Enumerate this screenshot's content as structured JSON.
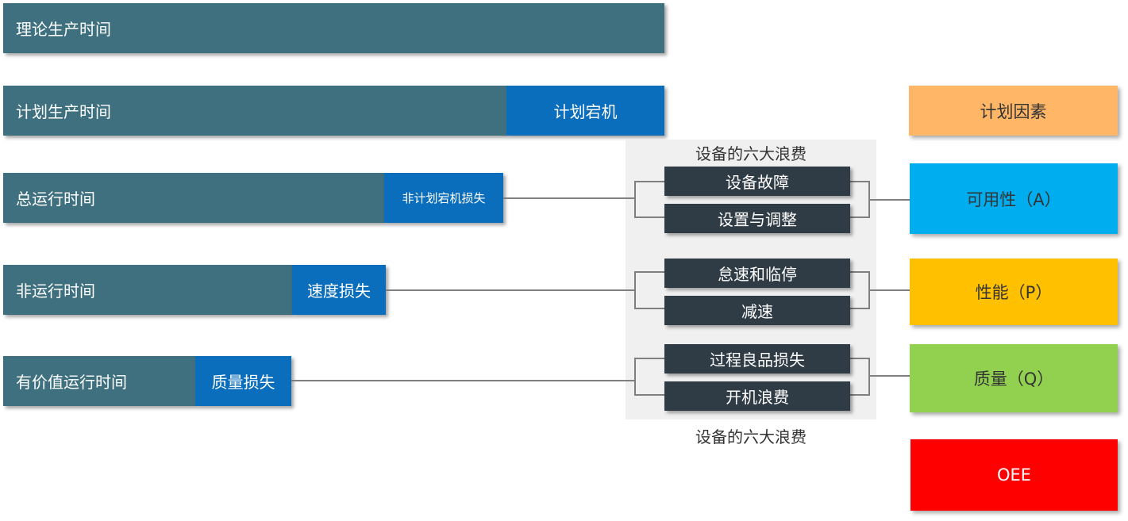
{
  "time_bars": [
    {
      "label": "理论生产时间"
    },
    {
      "label": "计划生产时间",
      "loss": "计划宕机"
    },
    {
      "label": "总运行时间",
      "loss": "非计划宕机损失"
    },
    {
      "label": "非运行时间",
      "loss": "速度损失"
    },
    {
      "label": "有价值运行时间",
      "loss": "质量损失"
    }
  ],
  "six_losses": {
    "title_top": "设备的六大浪费",
    "title_bottom": "设备的六大浪费",
    "groups": [
      {
        "items": [
          "设备故障",
          "设置与调整"
        ]
      },
      {
        "items": [
          "怠速和临停",
          "减速"
        ]
      },
      {
        "items": [
          "过程良品损失",
          "开机浪费"
        ]
      }
    ]
  },
  "factors": [
    {
      "label": "计划因素",
      "color": "#ffb666",
      "text_color": "#333333"
    },
    {
      "label": "可用性（A）",
      "color": "#00aeef",
      "text_color": "#333333"
    },
    {
      "label": "性能（P）",
      "color": "#ffc000",
      "text_color": "#333333"
    },
    {
      "label": "质量（Q）",
      "color": "#92d050",
      "text_color": "#333333"
    },
    {
      "label": "OEE",
      "color": "#ff0000",
      "text_color": "#ffffff"
    }
  ],
  "colors": {
    "bar": "#3f7080",
    "loss": "#0a6ebd",
    "waste": "#303c45",
    "panel": "#f0f0f0",
    "connector": "#7f7f7f"
  }
}
